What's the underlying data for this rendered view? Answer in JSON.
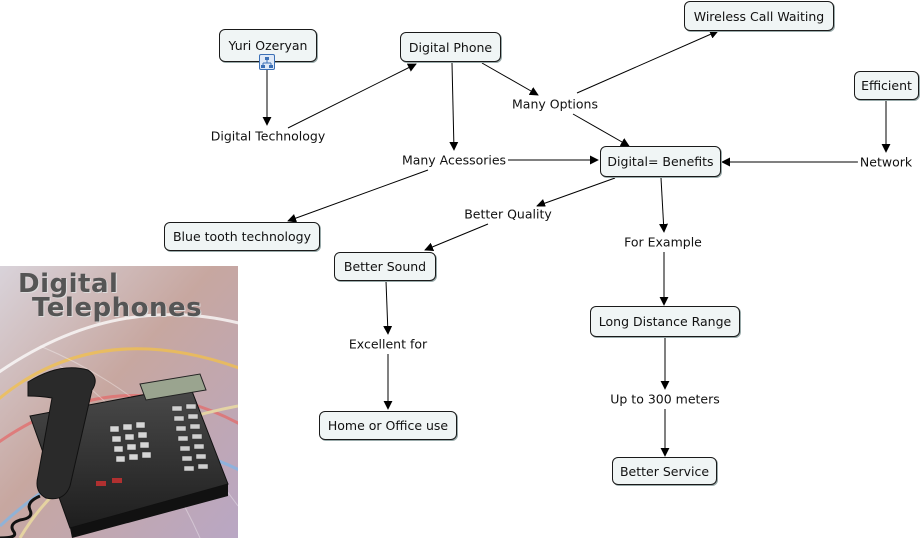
{
  "concepts": {
    "yuri": "Yuri Ozeryan",
    "digital_phone": "Digital Phone",
    "wireless": "Wireless Call Waiting",
    "efficient": "Efficient",
    "benefits": "Digital= Benefits",
    "bluetooth": "Blue tooth technology",
    "better_sound": "Better Sound",
    "long_distance": "Long Distance Range",
    "home_office": "Home or Office use",
    "better_service": "Better Service"
  },
  "linking_phrases": {
    "digital_technology": "Digital Technology",
    "many_options": "Many Options",
    "many_acessories": "Many Acessories",
    "network": "Network",
    "better_quality": "Better Quality",
    "for_example": "For Example",
    "excellent_for": "Excellent for",
    "up_to": "Up to 300 meters"
  },
  "image": {
    "title_line1": "Digital",
    "title_line2": "Telephones"
  },
  "icons": {
    "resource": "concept-map-resource-icon"
  },
  "colors": {
    "node_fill": "#f0f5f5",
    "node_border": "#1a1a1a",
    "line": "#000000"
  }
}
